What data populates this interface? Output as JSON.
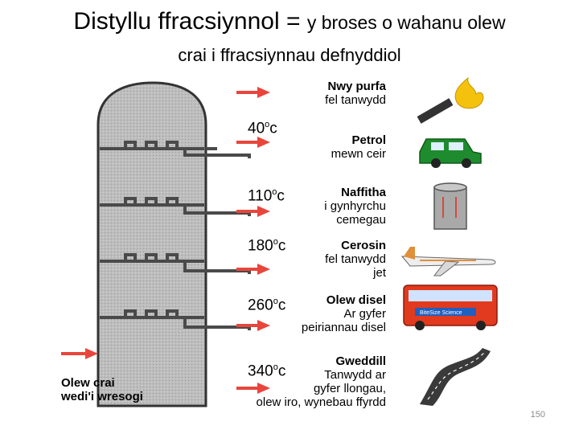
{
  "title": {
    "line1_main": "Distyllu ffracsiynnol = ",
    "line1_small": "y broses o wahanu olew",
    "line2": "crai i ffracsiynnau defnyddiol"
  },
  "fractions": [
    {
      "name": "Nwy purfa",
      "use": "fel tanwydd",
      "temp": "",
      "icon": "flame-icon"
    },
    {
      "name": "Petrol",
      "use": "mewn ceir",
      "temp": "40",
      "icon": "car-icon"
    },
    {
      "name": "Naffitha",
      "use": "i gynhyrchu cemegau",
      "use_line1": "i gynhyrchu",
      "use_line2": "cemegau",
      "temp": "110",
      "icon": "drum-icon"
    },
    {
      "name": "Cerosin",
      "use": "fel tanwydd jet",
      "use_line1": "fel tanwydd",
      "use_line2": "jet",
      "temp": "180",
      "icon": "jet-plane-icon"
    },
    {
      "name": "Olew disel",
      "use": "Ar gyfer peiriannau disel",
      "use_line1": "Ar gyfer",
      "use_line2": "peiriannau disel",
      "temp": "260",
      "icon": "bus-icon"
    },
    {
      "name": "Gweddill",
      "use": "Tanwydd ar gyfer llongau, olew iro, wynebau ffyrdd",
      "use_line1": "Tanwydd ar",
      "use_line2": "gyfer llongau,",
      "use_line3": "olew iro, wynebau ffyrdd",
      "temp": "340",
      "icon": "road-icon"
    }
  ],
  "temp_unit": "c",
  "degree_symbol": "o",
  "crude_oil": {
    "line1": "Olew crai",
    "line2": "wedi'i wresogi"
  },
  "bus_sign": "BiteSize Science",
  "page_number": "150",
  "colors": {
    "arrow": "#e8463c",
    "column": "#b4b4b4",
    "tray": "#5a5a5a",
    "car": "#1e8c2e",
    "bus": "#e23a1e",
    "flame": "#f4c20d"
  }
}
